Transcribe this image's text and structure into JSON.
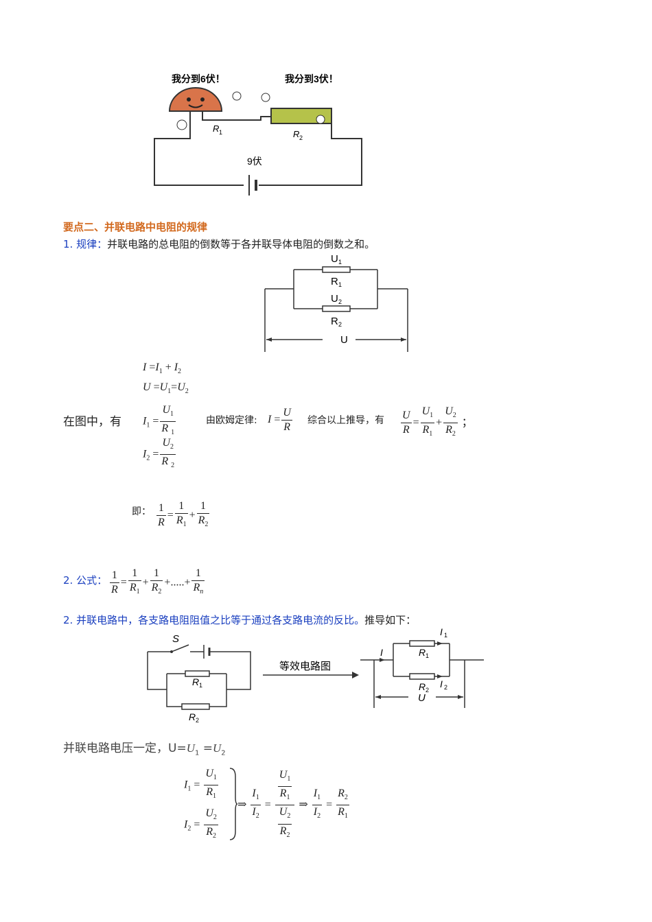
{
  "cartoon": {
    "bubble1": "我分到6伏！",
    "bubble2": "我分到3伏！",
    "r1": "R",
    "r2": "R",
    "battery": "9伏"
  },
  "section2": {
    "title": "要点二、并联电路中电阻的规律"
  },
  "rule1": {
    "num": "1.",
    "label": "规律：",
    "text": "并联电路的总电阻的倒数等于各并联导体电阻的倒数之和。"
  },
  "diagram1": {
    "u1": "U",
    "r1": "R",
    "u2": "U",
    "r2": "R",
    "u": "U"
  },
  "derive": {
    "intro": "在图中，有",
    "ohm_label": "由欧姆定律:",
    "combine": "综合以上推导，有",
    "semicolon": "；",
    "ji": "即：",
    "I": "I",
    "U": "U",
    "R": "R",
    "one": "1",
    "eq": "=",
    "plus": "+",
    "dots": "....."
  },
  "rule2": {
    "num": "2.",
    "label": "公式："
  },
  "rule3": {
    "num": "2.",
    "text_blue": "并联电路中，各支路电阻阻值之比等于通过各支路电流的反比。",
    "text_black": "推导如下："
  },
  "diagram2": {
    "s": "S",
    "r1": "R",
    "r2": "R",
    "arrow_label": "等效电路图",
    "i": "I",
    "i1": "I",
    "i2": "I",
    "u": "U"
  },
  "voltage_line": {
    "text": "并联电路电压一定，",
    "u": "U",
    "eq": "="
  },
  "final": {
    "implies": "⇒"
  }
}
